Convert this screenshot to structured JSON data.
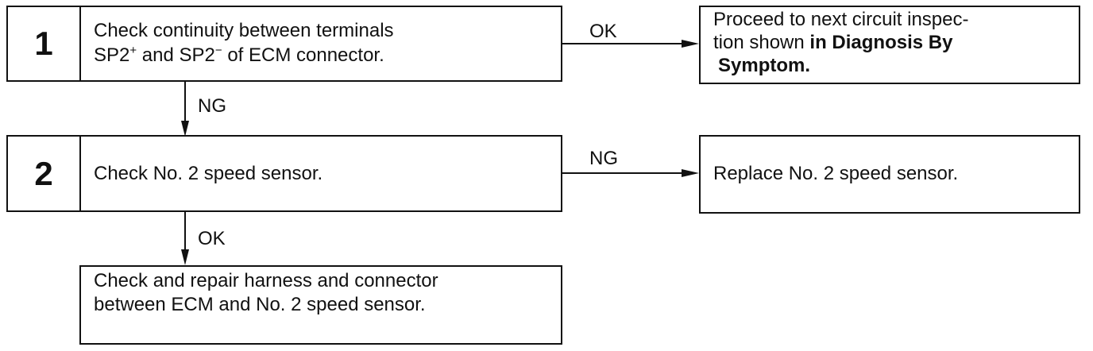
{
  "steps": [
    {
      "number": "1",
      "line1": "Check continuity between terminals",
      "line2_a": "SP2",
      "line2_sup_a": "+",
      "line2_b": " and SP2",
      "line2_sup_b": "−",
      "line2_c": " of ECM connector."
    },
    {
      "number": "2",
      "text": "Check No. 2 speed sensor."
    }
  ],
  "results": {
    "proceed": {
      "line1": "Proceed to next circuit inspec-",
      "line2_a": "tion shown ",
      "line2_b": "in Diagnosis By",
      "line3": "Symptom."
    },
    "replace": {
      "text": "Replace No. 2 speed sensor."
    },
    "repair": {
      "line1": "Check and repair harness and connector",
      "line2": "between ECM and No. 2 speed sensor."
    }
  },
  "labels": {
    "step1_ok": "OK",
    "step1_ng": "NG",
    "step2_ng": "NG",
    "step2_ok": "OK"
  }
}
